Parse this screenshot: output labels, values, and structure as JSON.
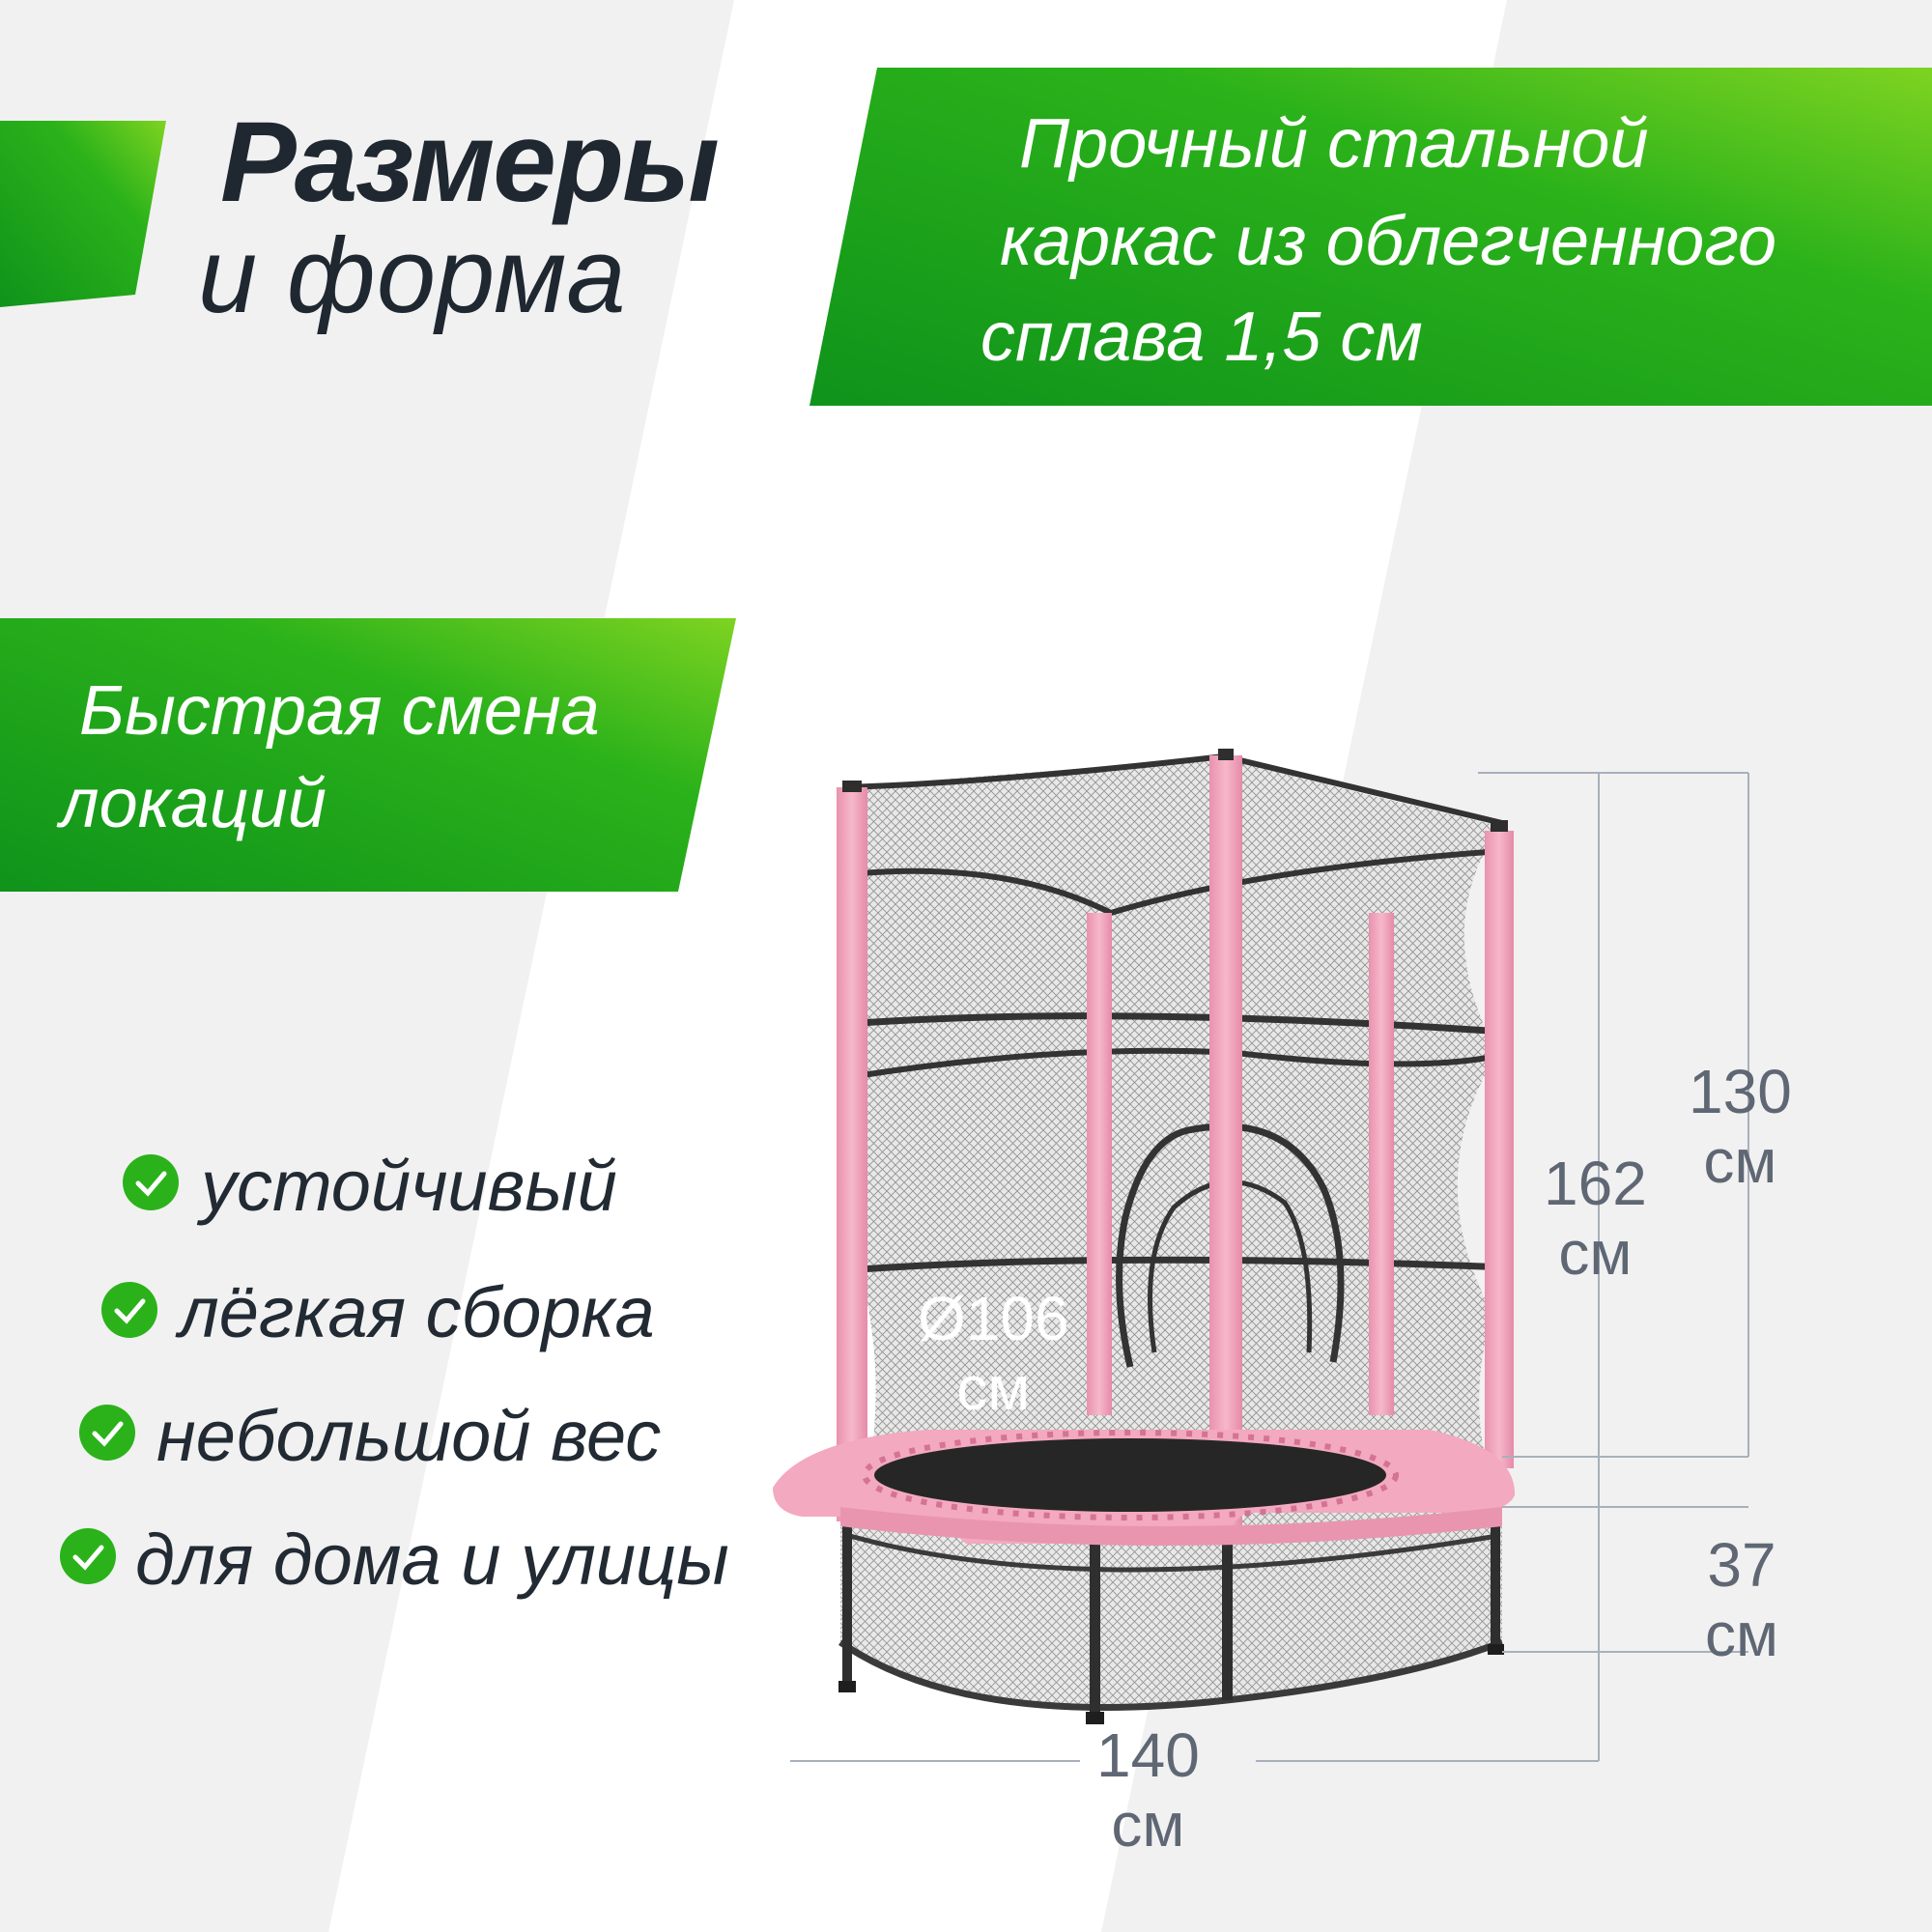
{
  "colors": {
    "green_dark": "#149a1c",
    "green_light": "#7fd11d",
    "pink": "#f3a9c0",
    "net": "#bdbdbd",
    "text_dark": "#1f2730",
    "dim_text": "#5f6774"
  },
  "title": {
    "line1": "Размеры",
    "line2": "и форма"
  },
  "frame_banner": {
    "line1": "Прочный стальной",
    "line2": "каркас из облегченного",
    "line3": "сплава 1,5 см"
  },
  "location_banner": {
    "line1": "Быстрая смена",
    "line2": "локаций"
  },
  "features": [
    {
      "label": "устойчивый",
      "icon": "check-icon"
    },
    {
      "label": "лёгкая сборка",
      "icon": "check-icon"
    },
    {
      "label": "небольшой вес",
      "icon": "check-icon"
    },
    {
      "label": "для дома и улицы",
      "icon": "check-icon"
    }
  ],
  "dimensions": {
    "net_height": {
      "value": "130",
      "unit": "см"
    },
    "total_height": {
      "value": "162",
      "unit": "см"
    },
    "leg_height": {
      "value": "37",
      "unit": "см"
    },
    "width": {
      "value": "140",
      "unit": "см"
    },
    "mat_diameter": {
      "value": "Ø106",
      "unit": "см"
    }
  }
}
